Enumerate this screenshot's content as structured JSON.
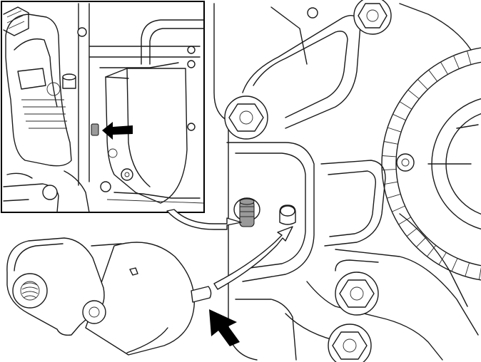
{
  "figure": {
    "kind": "technical line illustration",
    "parts": [
      "housing-with-bolts",
      "toothed-sensor-ring",
      "pipe-stub",
      "locating-hole",
      "cylindrical-component",
      "inset-detail-view"
    ],
    "pointers": [
      "inset-arrow",
      "insert-arrow",
      "white-guide-arrow-stub",
      "white-guide-arrow-hole"
    ],
    "colors": {
      "line": "#1a1a1a",
      "background": "#ffffff",
      "shade": "#9a9a9a",
      "pointer": "#000000"
    }
  }
}
